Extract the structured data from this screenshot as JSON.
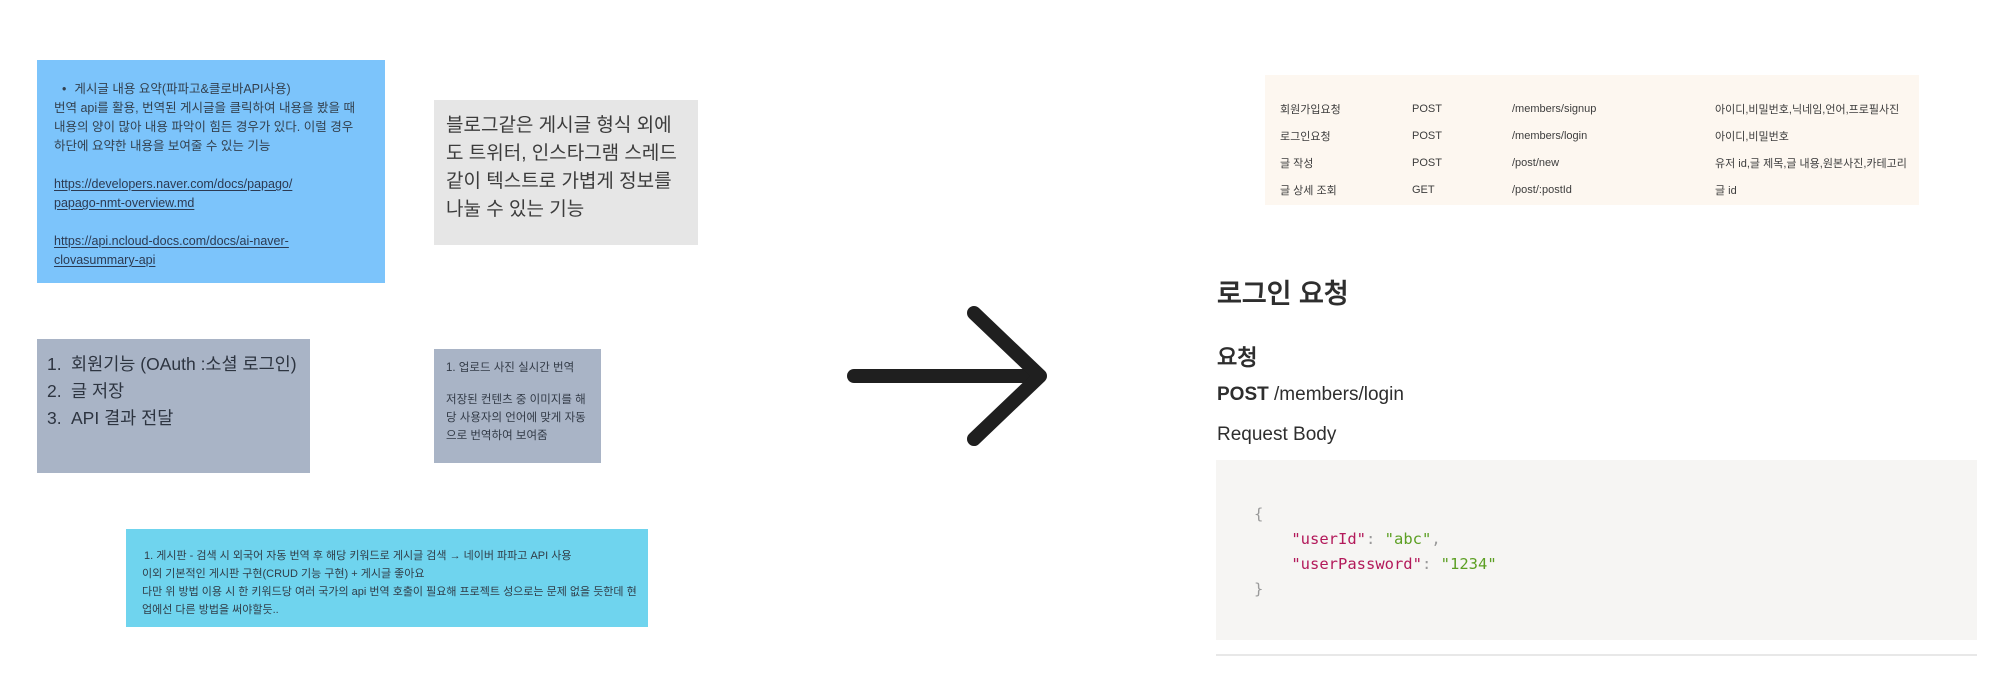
{
  "notes": {
    "summary": {
      "heading": "게시글 내용 요약(파파고&클로바API사용)",
      "body": "번역 api를 활용, 번역된 게시글을 클릭하여 내용을 봤을 때 내용의 양이 많아 내용 파악이 힘든 경우가 있다. 이럴 경우 하단에 요약한 내용을 보여줄 수 있는 기능",
      "links": [
        "https://developers.naver.com/docs/papago/papago-nmt-overview.md",
        "https://api.ncloud-docs.com/docs/ai-naver-clovasummary-api"
      ],
      "link_lines": [
        [
          "https://developers.naver.com/docs/papago/",
          "papago-nmt-overview.md"
        ],
        [
          "https://api.ncloud-docs.com/docs/ai-naver-",
          "clovasummary-api"
        ]
      ],
      "color": "#7cc4fb"
    },
    "threads": {
      "text": "블로그같은 게시글 형식 외에도 트위터, 인스타그램 스레드 같이 텍스트로 가볍게 정보를 나눌 수 있는 기능",
      "color": "#e6e6e6"
    },
    "features": {
      "items": [
        {
          "num": "1.",
          "text": "회원기능 (OAuth :소셜 로그인)"
        },
        {
          "num": "2.",
          "text": "글 저장"
        },
        {
          "num": "3.",
          "text": "API 결과 전달"
        }
      ],
      "color": "#a9b4c6"
    },
    "photo": {
      "title": "1. 업로드 사진 실시간 번역",
      "body": "저장된 컨텐츠 중 이미지를 해당 사용자의 언어에 맞게 자동으로 번역하여 보여줌",
      "color": "#a9b4c6"
    },
    "board": {
      "line1": "1. 게시판 - 검색 시 외국어 자동 번역 후 해당 키워드로 게시글 검색 → 네이버 파파고 API 사용",
      "line2": "이외 기본적인 게시판 구현(CRUD 기능 구현) + 게시글 좋아요",
      "line3": "다만  위 방법 이용 시 한 키워드당 여러 국가의 api 번역 호출이 필요해 프로젝트 성으로는 문제 없을 듯한데 현업에선 다른 방법을 써야할듯..",
      "color": "#6fd4ee"
    }
  },
  "arrow": {
    "icon": "arrow-right-icon"
  },
  "api_table": {
    "rows": [
      {
        "name": "회원가입요청",
        "method": "POST",
        "path": "/members/signup",
        "params": "아이디,비밀번호,닉네임,언어,프로필사진"
      },
      {
        "name": "로그인요청",
        "method": "POST",
        "path": "/members/login",
        "params": "아이디,비밀번호"
      },
      {
        "name": "글 작성",
        "method": "POST",
        "path": "/post/new",
        "params": "유저 id,글 제목,글 내용,원본사진,카테고리"
      },
      {
        "name": "글 상세 조회",
        "method": "GET",
        "path": "/post/:postId",
        "params": "글 id"
      }
    ]
  },
  "doc": {
    "title": "로그인 요청",
    "section": "요청",
    "method": "POST",
    "endpoint": "/members/login",
    "request_body_label": "Request Body",
    "code": {
      "open": "{",
      "close": "}",
      "fields": [
        {
          "key": "\"userId\"",
          "value": "\"abc\"",
          "trail": ","
        },
        {
          "key": "\"userPassword\"",
          "value": "\"1234\"",
          "trail": ""
        }
      ]
    }
  }
}
